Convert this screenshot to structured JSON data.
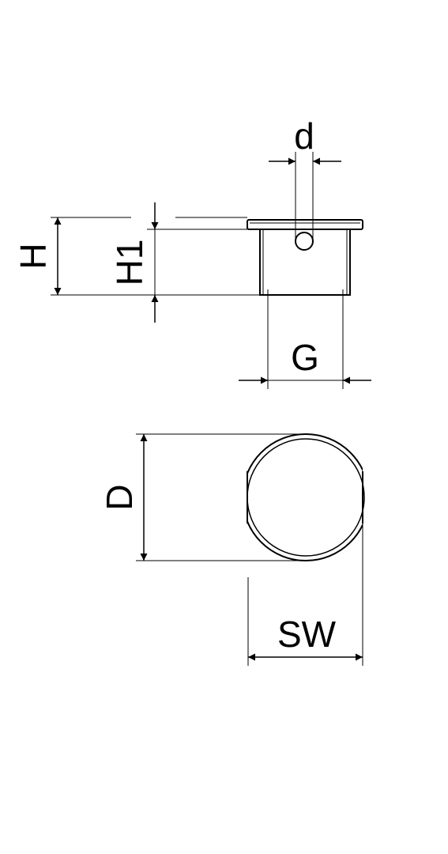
{
  "labels": {
    "d": "d",
    "H": "H",
    "H1": "H1",
    "G": "G",
    "D": "D",
    "SW": "SW"
  },
  "colors": {
    "stroke": "#000000",
    "background": "#ffffff"
  }
}
